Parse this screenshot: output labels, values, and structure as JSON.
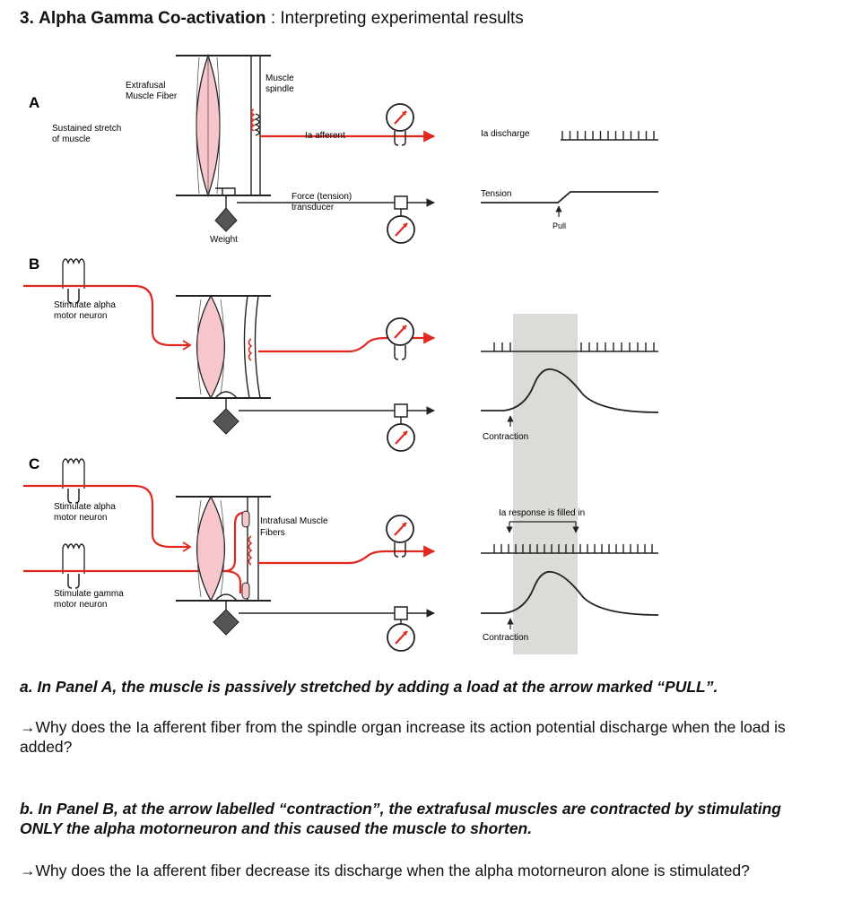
{
  "title": {
    "number": "3.",
    "main": "Alpha Gamma Co-activation",
    "sep": ":",
    "sub": "Interpreting experimental results"
  },
  "figure": {
    "panel_a": {
      "letter": "A",
      "extrafusal_label_1": "Extrafusal",
      "extrafusal_label_2": "Muscle Fiber",
      "spindle_label_1": "Muscle",
      "spindle_label_2": "spindle",
      "stretch_label_1": "Sustained stretch",
      "stretch_label_2": "of muscle",
      "afferent_label": "Ia afferent",
      "force_label_1": "Force (tension)",
      "force_label_2": "transducer",
      "weight_label": "Weight",
      "discharge_label": "Ia discharge",
      "tension_label": "Tension",
      "pull_label": "Pull"
    },
    "panel_b": {
      "letter": "B",
      "alpha_label_1": "Stimulate alpha",
      "alpha_label_2": "motor neuron",
      "contraction_label": "Contraction"
    },
    "panel_c": {
      "letter": "C",
      "alpha_label_1": "Stimulate alpha",
      "alpha_label_2": "motor neuron",
      "intrafusal_label_1": "Intrafusal Muscle",
      "intrafusal_label_2": "Fibers",
      "gamma_label_1": "Stimulate gamma",
      "gamma_label_2": "motor neuron",
      "filled_label": "Ia response is filled in",
      "contraction_label": "Contraction"
    },
    "colors": {
      "nerve": "#e0281e",
      "muscle_fill": "#f6c6cc",
      "shaded_band": "#dcdcd6"
    }
  },
  "questions": {
    "a_prompt": "a. In Panel A, the muscle is passively stretched by adding a load at the arrow marked “PULL”.",
    "a_question": "→Why does the Ia afferent fiber from the spindle organ increase its action potential discharge when the load is added?",
    "b_prompt": "b. In Panel B, at the arrow labelled “contraction”, the extrafusal muscles are contracted by stimulating ONLY the alpha motorneuron and this caused the muscle to shorten.",
    "b_question": "→Why does the Ia afferent fiber decrease its discharge when the alpha motorneuron alone is stimulated?"
  }
}
